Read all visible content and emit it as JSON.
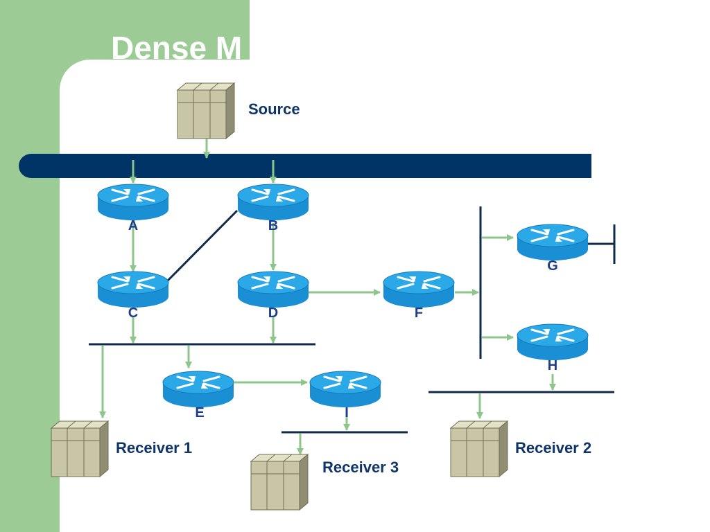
{
  "slide": {
    "title": "Dense M",
    "colors": {
      "band": "#9ccb96",
      "backbone": "#003366",
      "router_body": "#1b8fd3",
      "router_top": "#2aa8e8",
      "link": "#0f2a4a",
      "flow_arrow": "#8dc58a",
      "host_fill": "#c8c6a6"
    }
  },
  "hosts": {
    "source": "Source",
    "receiver1": "Receiver 1",
    "receiver2": "Receiver 2",
    "receiver3": "Receiver 3"
  },
  "routers": {
    "a": "A",
    "b": "B",
    "c": "C",
    "d": "D",
    "e": "E",
    "f": "F",
    "g": "G",
    "h": "H",
    "i": "I"
  }
}
